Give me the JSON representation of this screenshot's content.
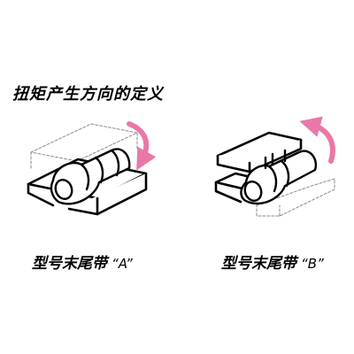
{
  "title": "扭矩产生方向的定义",
  "hinge_a": {
    "label": "型号末尾带",
    "code": "“A”",
    "rotation": "clockwise"
  },
  "hinge_b": {
    "label": "型号末尾带",
    "code": "“B”",
    "rotation": "counter-clockwise"
  },
  "colors": {
    "arrow": "#e978a8",
    "line": "#000000",
    "dashed": "#8a8a8a"
  }
}
